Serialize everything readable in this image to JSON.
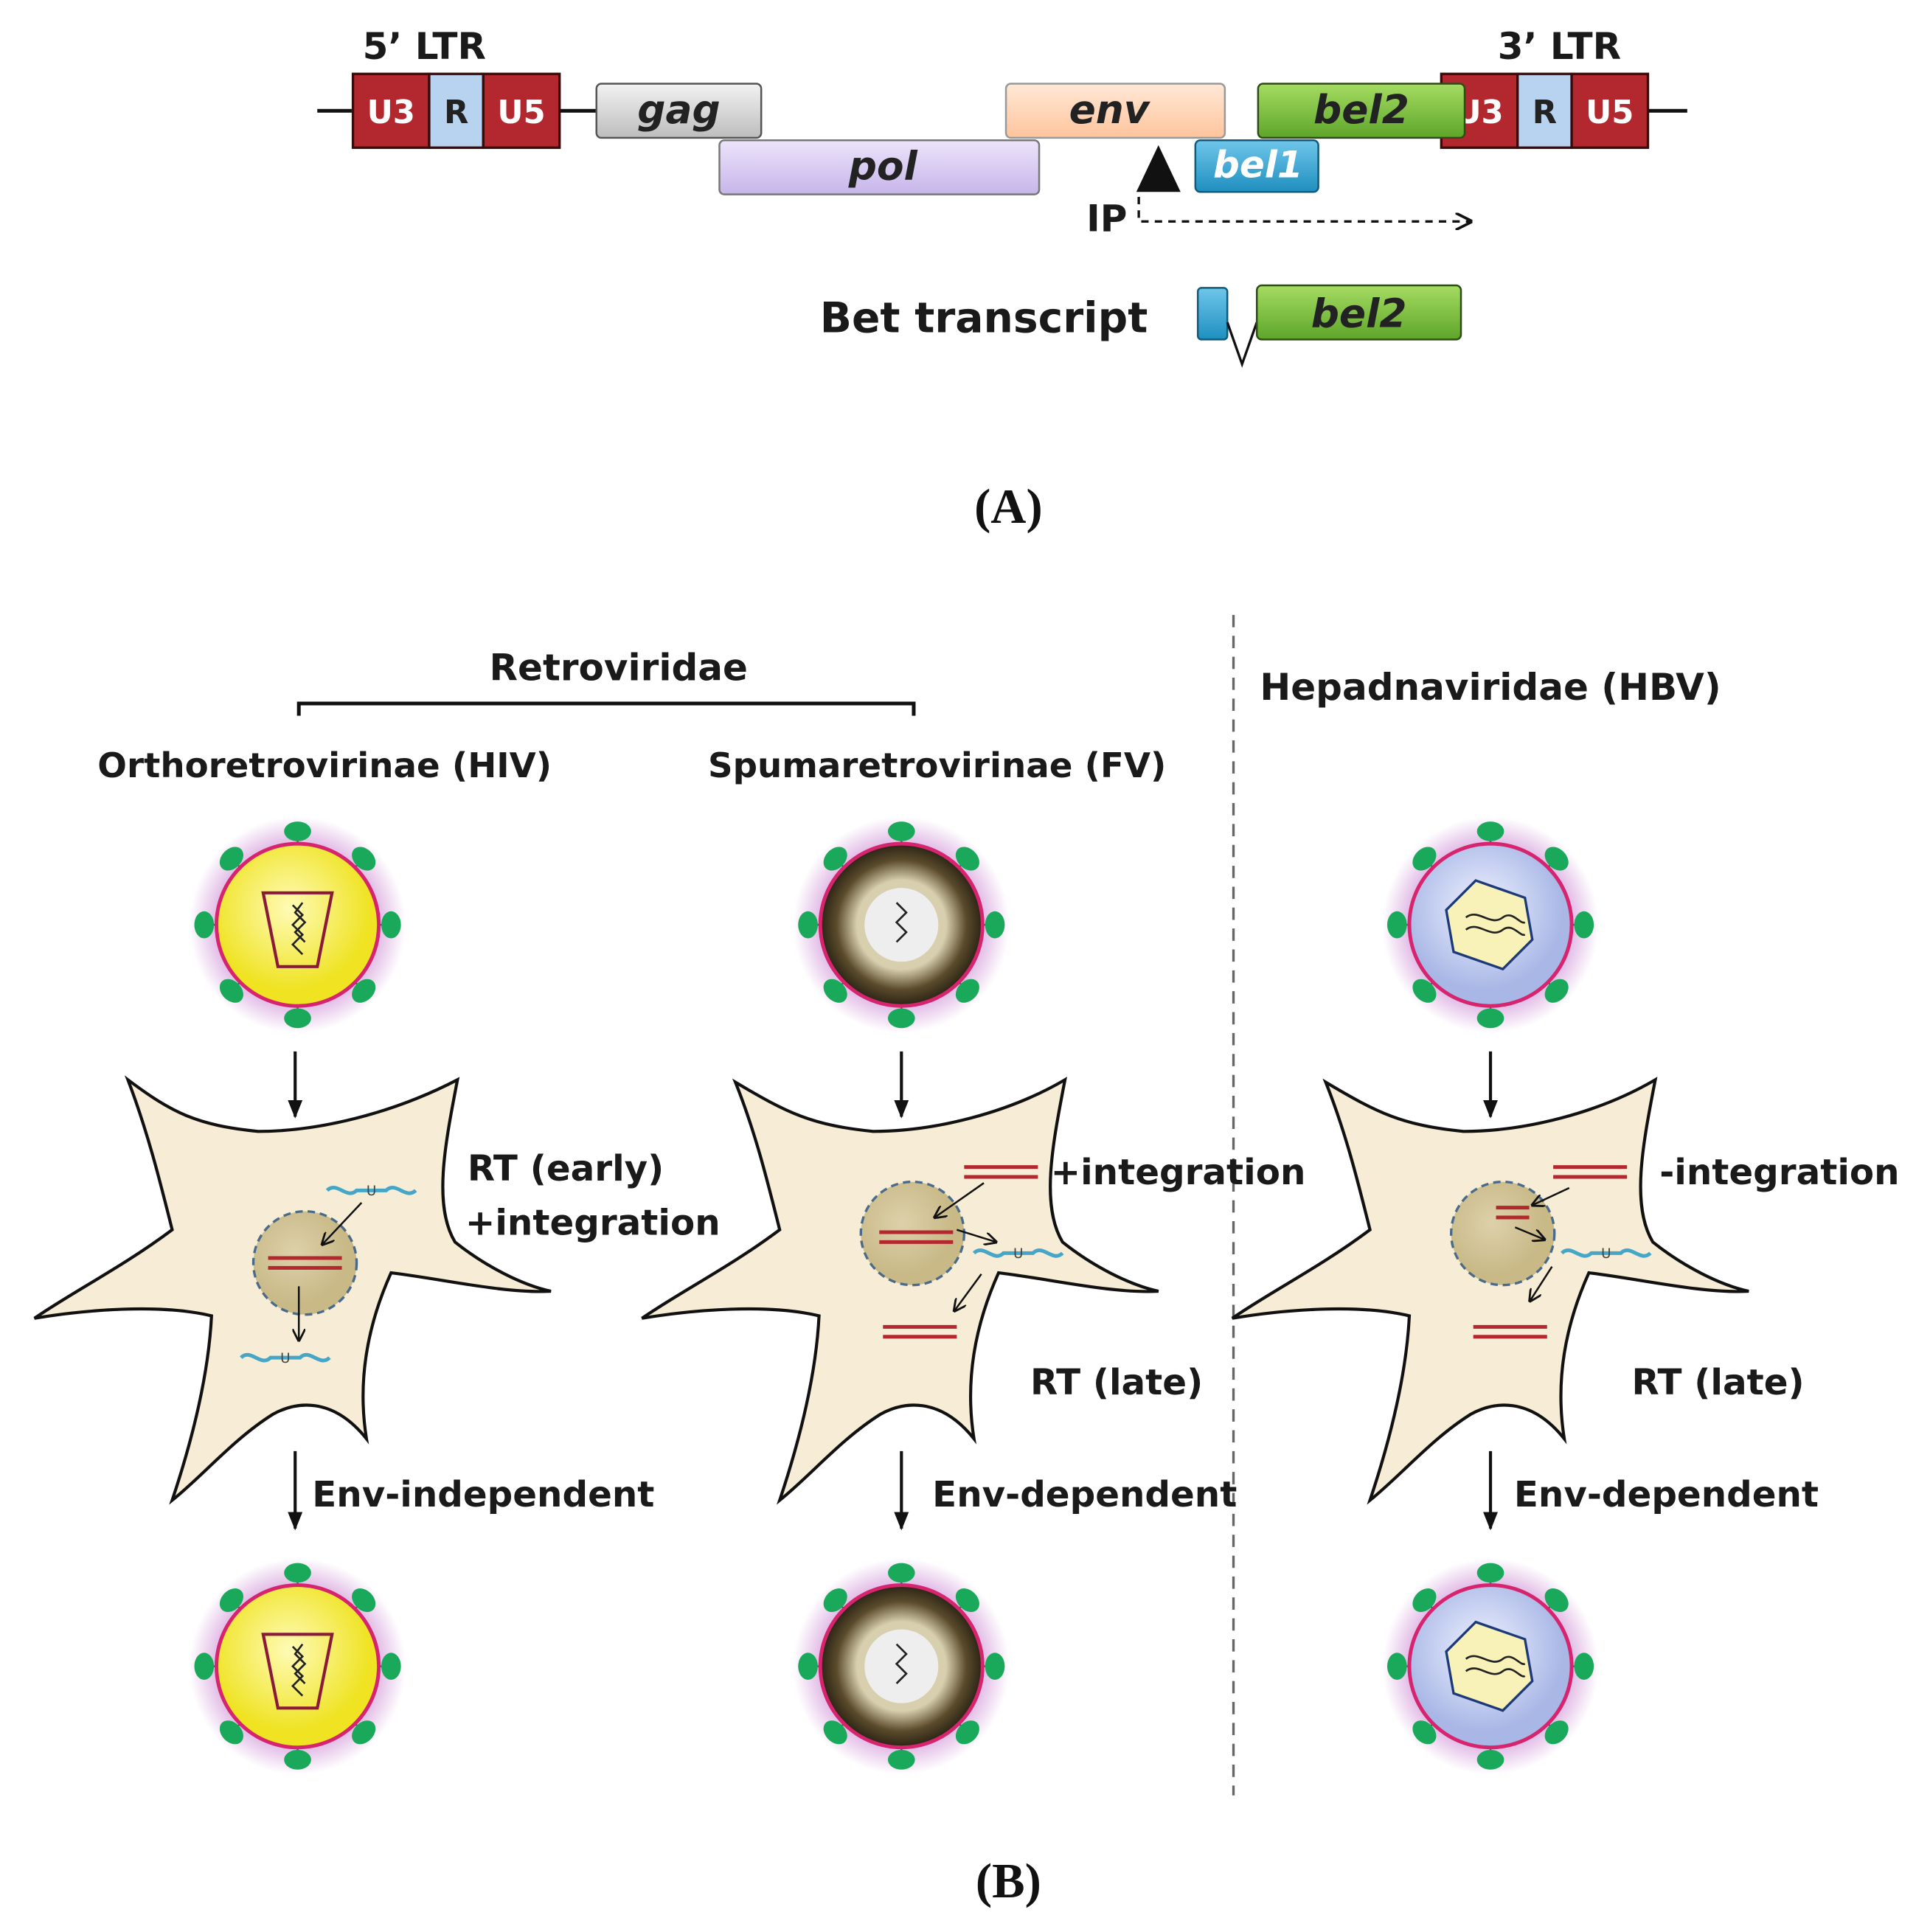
{
  "panel_a": {
    "ltr5_label": "5’ LTR",
    "ltr3_label": "3’ LTR",
    "ltr_segments": [
      "U3",
      "R",
      "U5"
    ],
    "genes": {
      "gag": "gag",
      "pol": "pol",
      "env": "env",
      "bel1": "bel1",
      "bel2": "bel2"
    },
    "ip_label": "IP",
    "bet_label": "Bet transcript",
    "bet_gene": "bel2",
    "panel_label": "(A)",
    "colors": {
      "ltr_red": "#b2282e",
      "ltr_r": "#b8d3ef",
      "gag": "#d6d6d6",
      "pol": "#d9cbf0",
      "env": "#ffd3b4",
      "bel1": "#35a9d8",
      "bel2": "#7cc43e"
    }
  },
  "panel_b": {
    "family_retro": "Retroviridae",
    "family_hepadna": "Hepadnaviridae (HBV)",
    "col_hiv": "Orthoretrovirinae (HIV)",
    "col_fv": "Spumaretrovirinae (FV)",
    "hiv_step1_line1": "RT (early)",
    "hiv_step1_line2": "+integration",
    "fv_step1": "+integration",
    "hbv_step1": "-integration",
    "fv_step2": "RT (late)",
    "hbv_step2": "RT (late)",
    "hiv_release": "Env-independent",
    "fv_release": "Env-dependent",
    "hbv_release": "Env-dependent",
    "panel_label": "(B)",
    "icons": [
      "virion-icon",
      "host-cell-icon",
      "nucleus-icon",
      "dna-duplex-icon",
      "rna-icon",
      "arrow-down-icon"
    ],
    "colors": {
      "envelope": "#d6246e",
      "spike": "#1aa95a",
      "hiv_core": "#f7ee3a",
      "fv_core": "#4a3f26",
      "hbv_core": "#c3cdf0",
      "cell": "#f7ecd5",
      "dna": "#b2282e",
      "rna": "#45a6c8"
    }
  }
}
